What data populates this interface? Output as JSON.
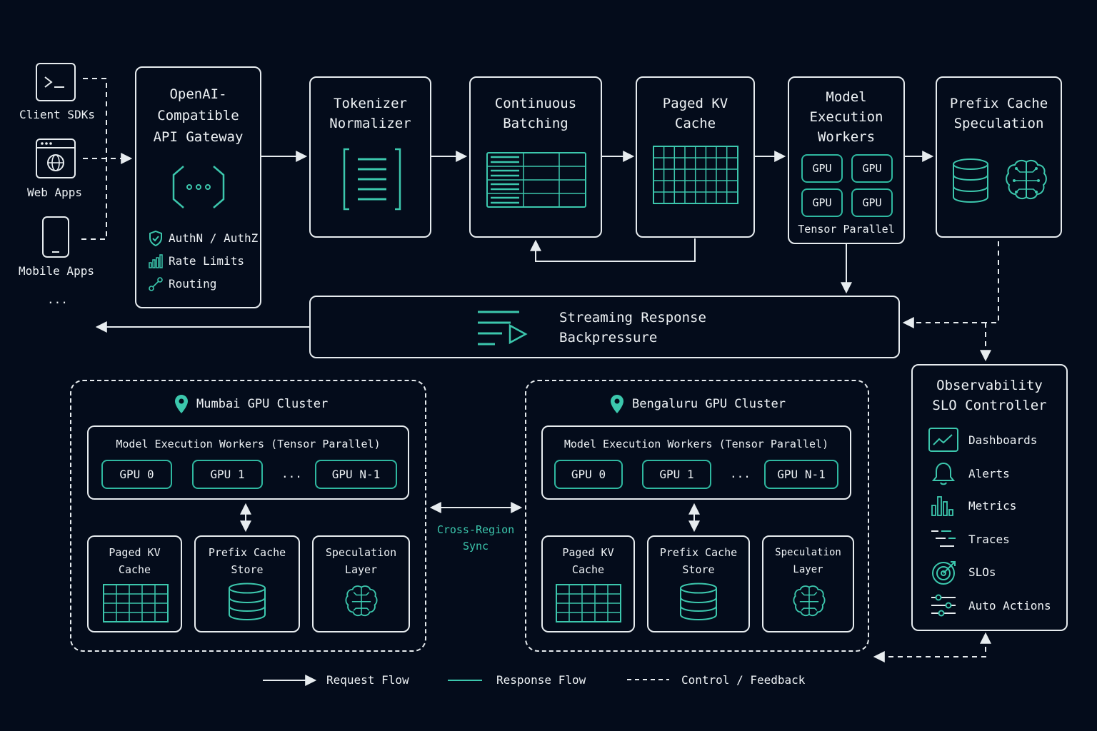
{
  "clients": {
    "sdk_label": "Client SDKs",
    "web_label": "Web Apps",
    "mobile_label": "Mobile Apps",
    "more_label": "..."
  },
  "gateway": {
    "title_l1": "OpenAI-",
    "title_l2": "Compatible",
    "title_l3": "API Gateway",
    "features": [
      "AuthN / AuthZ",
      "Rate Limits",
      "Routing"
    ]
  },
  "pipeline": {
    "tokenizer": [
      "Tokenizer",
      "Normalizer"
    ],
    "batching": [
      "Continuous",
      "Batching"
    ],
    "kv_cache": [
      "Paged KV",
      "Cache"
    ],
    "workers": [
      "Model",
      "Execution",
      "Workers"
    ],
    "workers_gpus": [
      "GPU",
      "GPU",
      "GPU",
      "GPU"
    ],
    "workers_note": "Tensor Parallel",
    "prefix": [
      "Prefix Cache",
      "Speculation"
    ]
  },
  "streaming": [
    "Streaming Response",
    "Backpressure"
  ],
  "clusters": [
    {
      "title": "Mumbai GPU Cluster",
      "workers_title": "Model Execution Workers (Tensor Parallel)",
      "gpus": [
        "GPU 0",
        "GPU 1",
        "GPU N-1"
      ],
      "ellipsis": "...",
      "kv": [
        "Paged KV",
        "Cache"
      ],
      "prefix": [
        "Prefix Cache",
        "Store"
      ],
      "spec": [
        "Speculation",
        "Layer"
      ]
    },
    {
      "title": "Bengaluru GPU Cluster",
      "workers_title": "Model Execution Workers (Tensor Parallel)",
      "gpus": [
        "GPU 0",
        "GPU 1",
        "GPU N-1"
      ],
      "ellipsis": "...",
      "kv": [
        "Paged KV",
        "Cache"
      ],
      "prefix": [
        "Prefix Cache",
        "Store"
      ],
      "spec": [
        "Speculation",
        "Layer"
      ]
    }
  ],
  "sync": [
    "Cross-Region",
    "Sync"
  ],
  "observability": {
    "title": [
      "Observability",
      "SLO Controller"
    ],
    "items": [
      "Dashboards",
      "Alerts",
      "Metrics",
      "Traces",
      "SLOs",
      "Auto Actions"
    ]
  },
  "legend": {
    "request": "Request Flow",
    "response": "Response Flow",
    "control": "Control / Feedback"
  },
  "colors": {
    "background": "#040c1b",
    "line": "#e7ecef",
    "accent": "#3cc7ad"
  }
}
